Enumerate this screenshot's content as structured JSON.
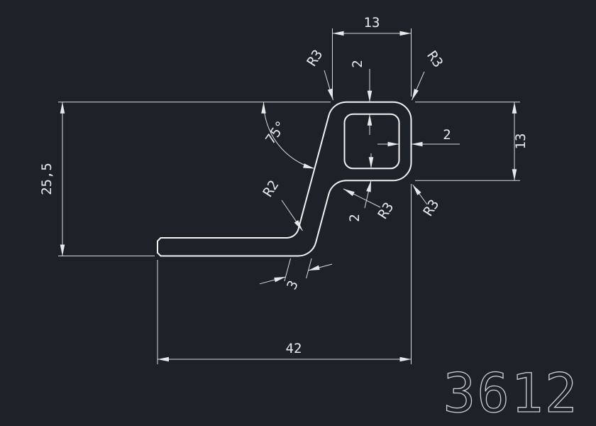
{
  "part_number": "3612",
  "colors": {
    "background": "#1d2228",
    "profile_line": "#f2f2f2",
    "dimension_line": "#d9dcdd"
  },
  "dimensions": {
    "top_width": "13",
    "top_wall": "2",
    "right_height": "13",
    "right_wall": "2",
    "bottom_wall": "2",
    "overall_height": "25,5",
    "bottom_width": "42",
    "angle": "75°",
    "web_thickness": "3",
    "radius_top_left": "R3",
    "radius_top_right": "R3",
    "radius_web_foot": "R2",
    "radius_web_tube": "R3",
    "radius_bottom_right": "R3"
  }
}
